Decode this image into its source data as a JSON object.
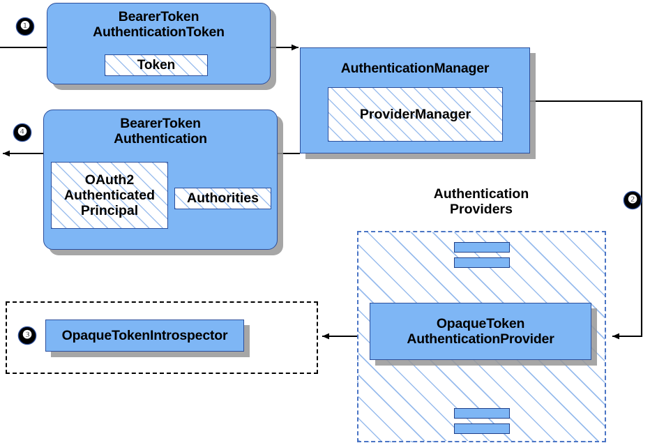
{
  "diagram": {
    "title": "Spring Security Bearer Token Opaque Token Authentication Flow",
    "colors": {
      "node_fill": "#7EB6F5",
      "node_border": "#2B4E9B",
      "shadow": "#969696",
      "hatch": "#8CB4EB",
      "dashed_blue": "#4A74C4",
      "dashed_black": "#000000",
      "text": "#000000"
    }
  },
  "nodes": {
    "bearer_token_authentication_token": {
      "line1": "BearerToken",
      "line2": "AuthenticationToken",
      "inner": {
        "token": "Token"
      }
    },
    "authentication_manager": {
      "title": "AuthenticationManager",
      "inner": {
        "provider_manager": "ProviderManager"
      }
    },
    "bearer_token_authentication": {
      "line1": "BearerToken",
      "line2": "Authentication",
      "inner": {
        "principal_line1": "OAuth2",
        "principal_line2": "Authenticated",
        "principal_line3": "Principal",
        "authorities": "Authorities"
      }
    },
    "authentication_providers_group": {
      "label_line1": "Authentication",
      "label_line2": "Providers"
    },
    "opaque_token_authentication_provider": {
      "line1": "OpaqueToken",
      "line2": "AuthenticationProvider"
    },
    "opaque_token_introspector": {
      "title": "OpaqueTokenIntrospector"
    }
  },
  "step_markers": [
    {
      "id": "step-1",
      "label": "❶"
    },
    {
      "id": "step-2",
      "label": "❷"
    },
    {
      "id": "step-3",
      "label": "❸"
    },
    {
      "id": "step-4",
      "label": "❹"
    }
  ],
  "steps": {
    "one": "❶",
    "two": "❷",
    "three": "❸",
    "four": "❹"
  }
}
